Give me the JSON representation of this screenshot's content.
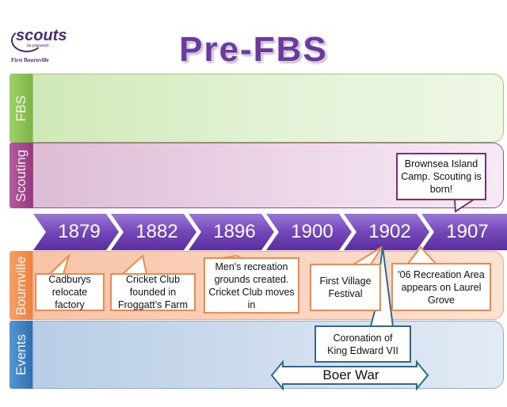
{
  "logo": {
    "wordmark": "scouts",
    "motto": "be prepared . . .",
    "group": "First Bournville"
  },
  "title": "Pre-FBS",
  "lanes": {
    "fbs": "FBS",
    "scouting": "Scouting",
    "bournville": "Bournville",
    "events": "Events"
  },
  "years": [
    "1879",
    "1882",
    "1896",
    "1900",
    "1902",
    "1907"
  ],
  "scouting_events": {
    "brownsea": "Brownsea Island Camp. Scouting is born!"
  },
  "bournville_events": [
    "Cadburys relocate factory",
    "Cricket Club founded in Froggatt’s Farm",
    "Men's recreation grounds created. Cricket Club moves in",
    "First Village Festival",
    "'06 Recreation Area appears on Laurel Grove"
  ],
  "events": {
    "coronation": "Coronation of King Edward VII",
    "boer_war": "Boer War"
  },
  "colors": {
    "fbs": "#8dc35a",
    "scouting": "#a64a8c",
    "bournville": "#f08a4f",
    "events": "#3d80c0",
    "chevron": "#7447b8",
    "title": "#6a3a9e"
  }
}
